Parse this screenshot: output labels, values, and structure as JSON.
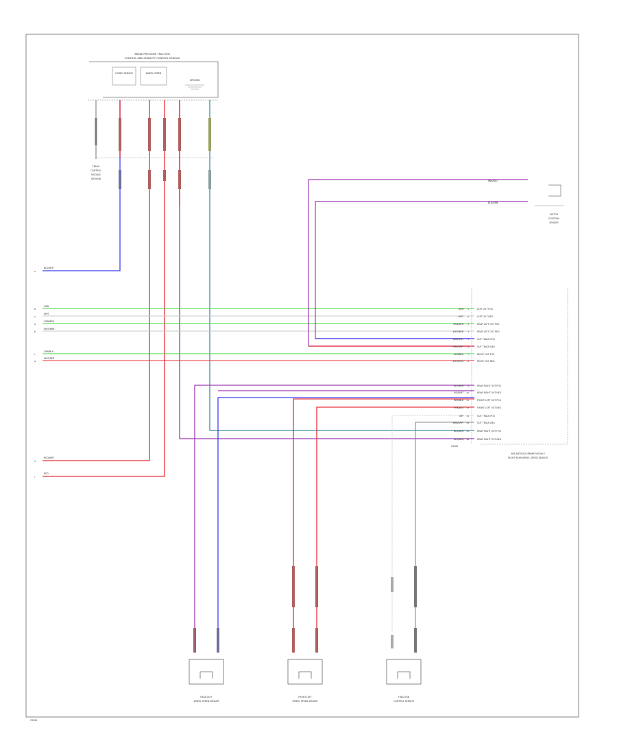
{
  "diagram": {
    "title_lines": [
      "BRAKE PRESSURE TRACTION",
      "CONTROL AND STABILITY CONTROL MODULE"
    ],
    "module_inner_labels": [
      "HYDRO SENSOR",
      "WHEEL SPEED",
      "GROUND"
    ],
    "ground_label": "GROUND",
    "left_terminals": [
      {
        "mark": "A",
        "wire": "BLU/WHT"
      },
      {
        "mark": "B",
        "wire": "GRN"
      },
      {
        "mark": "C",
        "wire": "WHT"
      },
      {
        "mark": "D",
        "wire": "GRN/BRN"
      },
      {
        "mark": "E",
        "wire": "WHT/BRN"
      },
      {
        "mark": "F",
        "wire": "GRN/BLK"
      },
      {
        "mark": "G",
        "wire": "WHT/RED"
      },
      {
        "mark": "H",
        "wire": "RED/WHT"
      },
      {
        "mark": "I",
        "wire": "RED"
      }
    ],
    "right_connector": {
      "title_lines": [
        "ABS ANTILOCK BRAKE MODULE",
        "RIGHT REAR WHEEL SPEED SENSOR"
      ],
      "footer": "C2281",
      "pins": [
        {
          "num": "1",
          "wire": "GRN",
          "func": "LEFT OUT POS"
        },
        {
          "num": "2",
          "wire": "WHT",
          "func": "LEFT OUT NEG"
        },
        {
          "num": "3",
          "wire": "GRN/BRN",
          "func": "REAR LEFT OUT POS"
        },
        {
          "num": "4",
          "wire": "WHT/BRN",
          "func": "REAR LEFT OUT NEG"
        },
        {
          "num": "5",
          "wire": "BLU/WHT",
          "func": "OUT TRACK POS"
        },
        {
          "num": "6",
          "wire": "PNK/WHT",
          "func": "OUT TRACK NEG"
        },
        {
          "num": "7",
          "wire": "GRN/BLK",
          "func": "RIGHT OUT POS"
        },
        {
          "num": "8",
          "wire": "WHT/RED",
          "func": "RIGHT OUT NEG"
        },
        {
          "num": "9",
          "wire": "BLU/BRN",
          "func": "REAR RIGHT OUT POS"
        },
        {
          "num": "10",
          "wire": "VIO/WHT",
          "func": "REAR RIGHT OUT NEG"
        },
        {
          "num": "11",
          "wire": "RED/BLK",
          "func": "FRONT LEFT OUT POS"
        },
        {
          "num": "12",
          "wire": "PNK/BLU",
          "func": "FRONT LEFT OUT NEG"
        },
        {
          "num": "13",
          "wire": "GRY",
          "func": "OUT TRACK POS"
        },
        {
          "num": "14",
          "wire": "BRN/WHT",
          "func": "OUT TRACK NEG"
        },
        {
          "num": "15",
          "wire": "BLU/BRN",
          "func": "REAR RIGHT OUT POS"
        },
        {
          "num": "16",
          "wire": "BLU/BRN",
          "func": "REAR RIGHT OUT NEG"
        }
      ]
    },
    "motor_sensor": {
      "label_lines": [
        "MOTOR",
        "POSITION",
        "SENSOR"
      ],
      "wires": [
        "PNK/BLU",
        "BLU/GRN"
      ]
    },
    "ground_device_lines": [
      "TRACK",
      "CONTROL",
      "MODULE",
      "GROUND"
    ],
    "bottom_devices": [
      {
        "label_lines": [
          "REAR LEFT",
          "WHEEL SPEED SENSOR"
        ]
      },
      {
        "label_lines": [
          "FRONT LEFT",
          "WHEEL SPEED SENSOR"
        ]
      },
      {
        "label_lines": [
          "TRACTION",
          "CONTROL SENSOR"
        ]
      }
    ],
    "footer_code": "C2281",
    "colors": {
      "red": "#e8303a",
      "green": "#3fd43f",
      "blue": "#3f3ff5",
      "violet": "#9c3cb5",
      "pink": "#f07ab0",
      "gray": "#888888",
      "frame": "#9a9a9a"
    }
  }
}
